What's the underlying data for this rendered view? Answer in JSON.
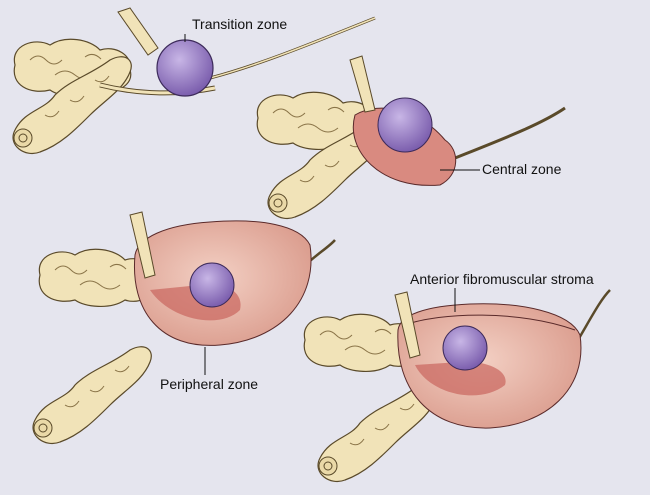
{
  "labels": {
    "transition_zone": "Transition zone",
    "central_zone": "Central zone",
    "peripheral_zone": "Peripheral zone",
    "anterior_stroma": "Anterior fibromuscular stroma"
  },
  "colors": {
    "background": "#e5e5ee",
    "vesicle": "#f1e3b8",
    "prostate": "#e8b3a6",
    "transition": "#9b82c6",
    "central": "#c9655e"
  }
}
